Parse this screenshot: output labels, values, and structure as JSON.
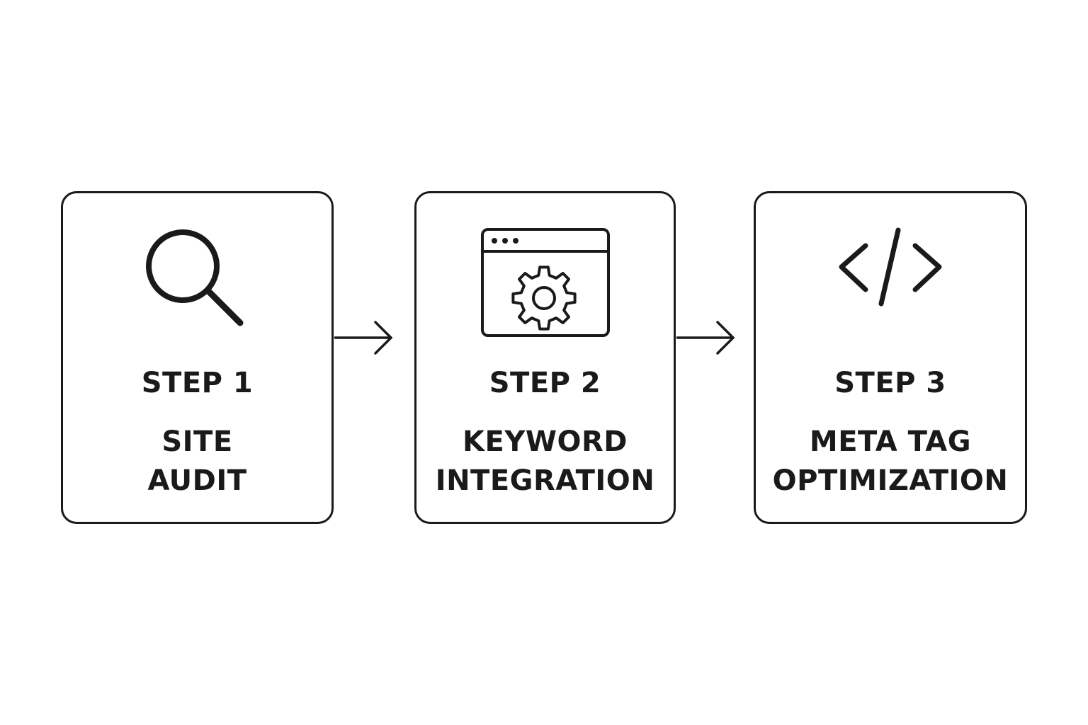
{
  "steps": [
    {
      "number_label": "STEP 1",
      "title_lines": [
        "SITE",
        "AUDIT"
      ],
      "icon": "magnifying-glass-icon"
    },
    {
      "number_label": "STEP 2",
      "title_lines": [
        "KEYWORD",
        "INTEGRATION"
      ],
      "icon": "browser-gear-icon"
    },
    {
      "number_label": "STEP 3",
      "title_lines": [
        "META TAG",
        "OPTIMIZATION"
      ],
      "icon": "code-brackets-icon"
    }
  ],
  "connectors": [
    "arrow-right-icon",
    "arrow-right-icon"
  ],
  "colors": {
    "stroke": "#1a1a1a",
    "background": "#ffffff"
  }
}
